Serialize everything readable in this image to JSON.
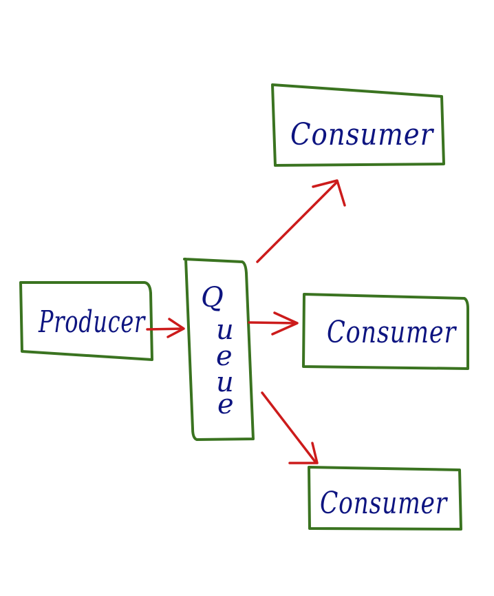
{
  "diagram": {
    "colors": {
      "box_stroke": "#3a7320",
      "arrow": "#cc1b1b",
      "text": "#0d1480",
      "background": "#ffffff"
    },
    "producer": {
      "label": "Producer"
    },
    "queue": {
      "letters": [
        "Q",
        "u",
        "e",
        "u",
        "e"
      ]
    },
    "consumers": [
      {
        "label": "Consumer"
      },
      {
        "label": "Consumer"
      },
      {
        "label": "Consumer"
      }
    ]
  }
}
